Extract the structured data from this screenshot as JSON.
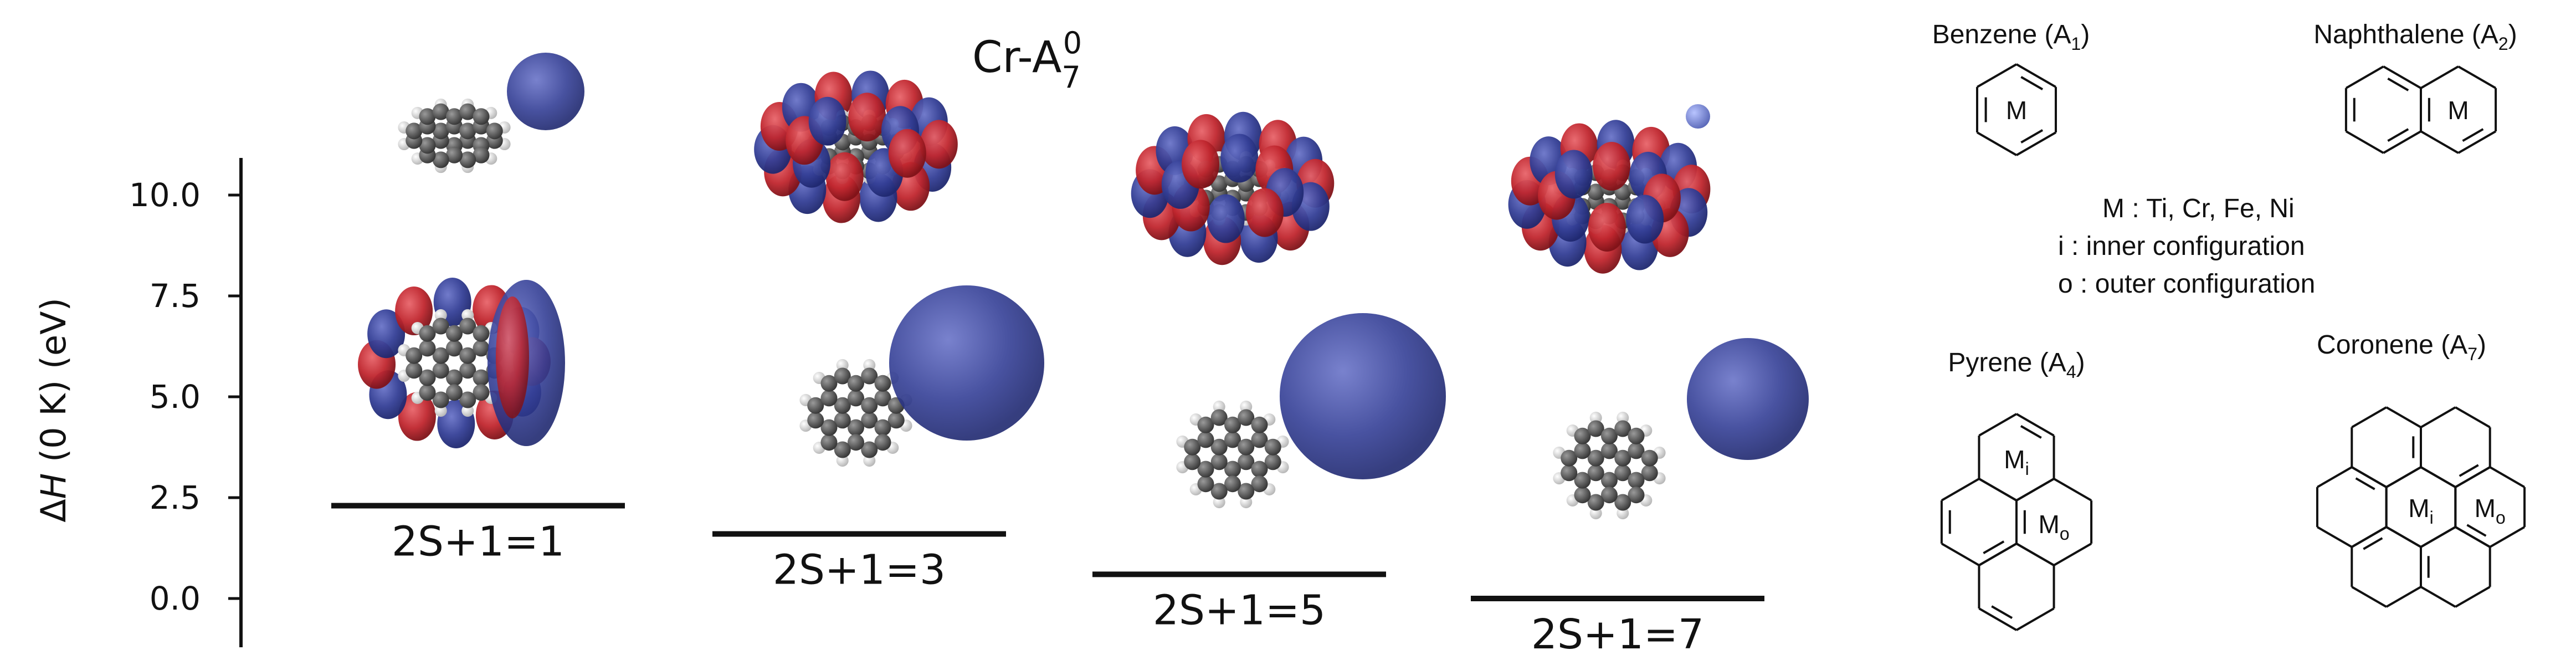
{
  "figure": {
    "title": {
      "main": "Cr-A",
      "sub": "7",
      "sup": "0"
    },
    "axis": {
      "ylabel_delta": "Δ",
      "ylabel_var": "H",
      "ylabel_rest": " (0 K) (eV)",
      "ticks": [
        "10.0",
        "7.5",
        "5.0",
        "2.5",
        "0.0"
      ]
    },
    "levels": [
      {
        "label": "2S+1=1",
        "delta_h_ev": 2.3
      },
      {
        "label": "2S+1=3",
        "delta_h_ev": 1.6
      },
      {
        "label": "2S+1=5",
        "delta_h_ev": 0.6
      },
      {
        "label": "2S+1=7",
        "delta_h_ev": 0.0
      }
    ],
    "colors": {
      "orbital_positive": "#c0262e",
      "orbital_negative": "#2f3a8f",
      "carbon": "#4a4a4a",
      "hydrogen": "#e8e8e8",
      "metal": "#2f3a8f"
    }
  },
  "legend": {
    "benzene": {
      "name": "Benzene (A",
      "sub": "1",
      "close": ")"
    },
    "naphthalene": {
      "name": "Naphthalene (A",
      "sub": "2",
      "close": ")"
    },
    "pyrene": {
      "name": "Pyrene (A",
      "sub": "4",
      "close": ")"
    },
    "coronene": {
      "name": "Coronene (A",
      "sub": "7",
      "close": ")"
    },
    "metal_symbol": "M",
    "inner_sub": "i",
    "outer_sub": "o",
    "notes": [
      "M : Ti, Cr, Fe, Ni",
      "i  : inner configuration",
      "o : outer configuration"
    ]
  }
}
